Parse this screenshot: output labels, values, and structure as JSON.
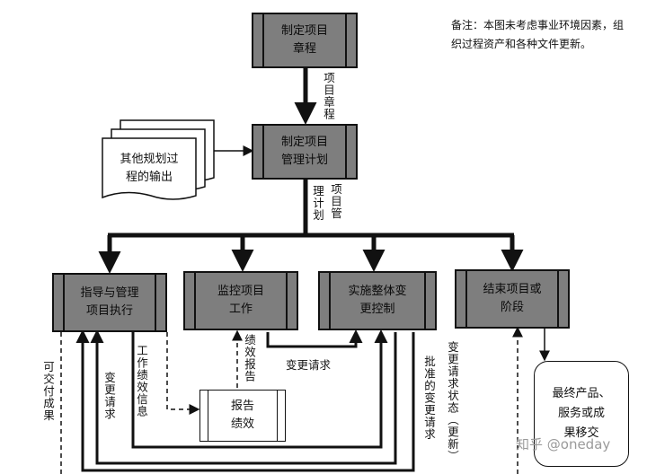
{
  "processes": {
    "charter": "制定项目\n章程",
    "plan": "制定项目\n管理计划",
    "execute": "指导与管理\n项目执行",
    "monitor": "监控项目\n工作",
    "change": "实施整体变\n更控制",
    "close": "结束项目或\n阶段"
  },
  "artifacts": {
    "other_plans": "其他规划过\n程的输出",
    "performance_report": "报告\n绩效",
    "final_product": "最终产品、\n服务或成\n果移交"
  },
  "flows": {
    "charter": "项目章程",
    "plan_col1": "项目管",
    "plan_col2": "理计划",
    "deliverables": "可交付成果",
    "change_requests_a": "变更请求",
    "work_performance": "工作绩效信息",
    "performance_reports": "绩效报告",
    "change_requests_b": "变更请求",
    "approved_changes": "批准的变更请求",
    "change_status": "变更请求状态（更新）"
  },
  "note": "备注：本图未考虑事业环境因素，组织过程资产和各种文件更新。",
  "watermark": "知乎 @oneday"
}
